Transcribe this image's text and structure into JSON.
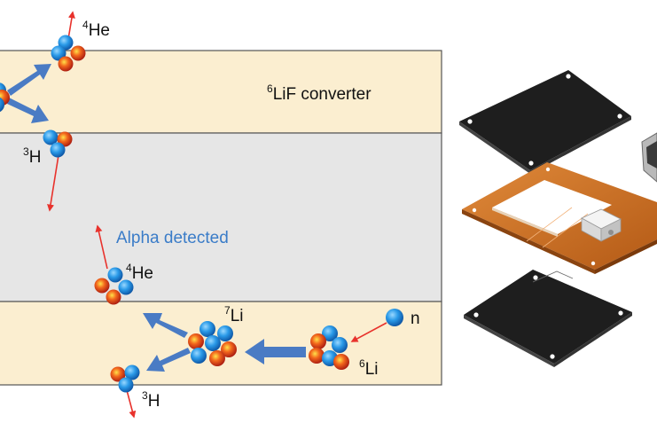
{
  "colors": {
    "converter_fill": "#fbeed0",
    "detector_fill": "#e6e6e6",
    "layer_stroke": "#555555",
    "proton": "#d41c1c",
    "neutron": "#1f8ee6",
    "track_arrow": "#e8322c",
    "flow_arrow": "#4a7bc4",
    "alpha_text": "#3a7cc8",
    "plate": "#1e1e1e",
    "pcb": "#c66a1e"
  },
  "labels": {
    "he4_top": {
      "sup": "4",
      "base": "He"
    },
    "converter": {
      "sup": "6",
      "base": "LiF converter"
    },
    "h3_top": {
      "sup": "3",
      "base": "H"
    },
    "alpha": "Alpha detected",
    "he4_mid": {
      "sup": "4",
      "base": "He"
    },
    "li7": {
      "sup": "7",
      "base": "Li"
    },
    "neutron": "n",
    "li6": {
      "sup": "6",
      "base": "Li"
    },
    "h3_bottom": {
      "sup": "3",
      "base": "H"
    }
  },
  "icons": {
    "nucleus": "nucleus-cluster-icon",
    "neutron": "neutron-sphere-icon",
    "track": "particle-track-arrow-icon",
    "flow": "reaction-flow-arrow-icon"
  }
}
